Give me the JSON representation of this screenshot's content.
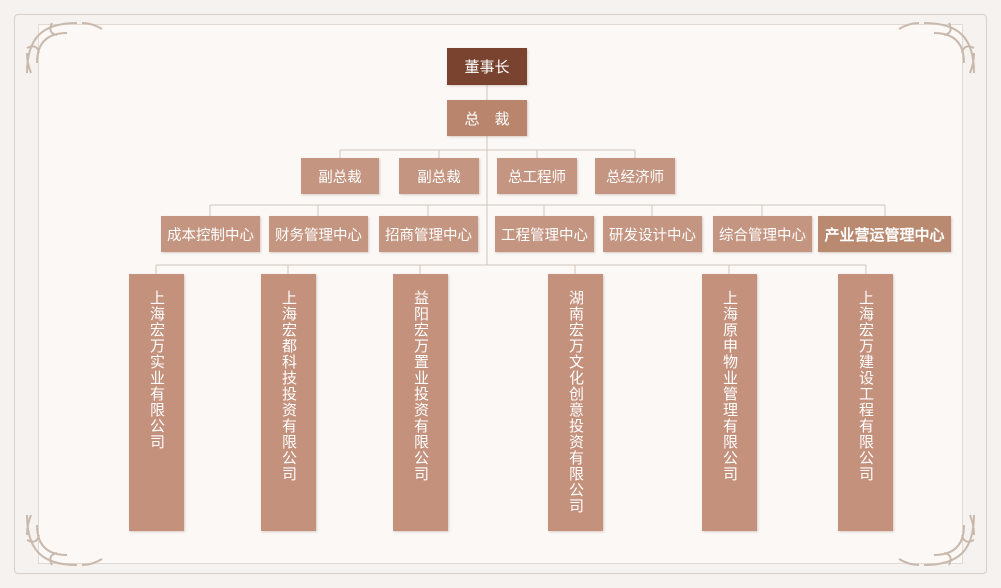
{
  "chart": {
    "top": "董事长",
    "ceo": "总　裁",
    "vice": [
      "副总裁",
      "副总裁",
      "总工程师",
      "总经济师"
    ],
    "centers": [
      "成本控制中心",
      "财务管理中心",
      "招商管理中心",
      "工程管理中心",
      "研发设计中心",
      "综合管理中心",
      "产业营运管理中心"
    ],
    "subsidiaries": [
      "上海宏万实业有限公司",
      "上海宏都科技投资有限公司",
      "益阳宏万置业投资有限公司",
      "湖南宏万文化创意投资有限公司",
      "上海原申物业管理有限公司",
      "上海宏万建设工程有限公司"
    ]
  },
  "colors": {
    "chair": "#7a4330",
    "box": "#b9856d",
    "sub": "#c4917c",
    "line": "#cfc4bc",
    "background": "#f6f2ef"
  },
  "icons": [
    "ornament-corner-icon"
  ]
}
